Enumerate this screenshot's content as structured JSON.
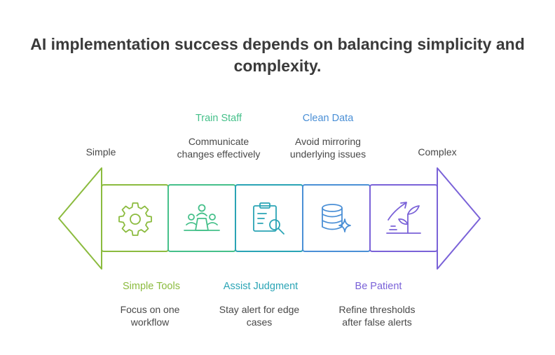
{
  "title": {
    "line1": "AI implementation success depends on balancing simplicity and",
    "line2": "complexity."
  },
  "ends": {
    "left": "Simple",
    "right": "Complex"
  },
  "colors": {
    "green": "#8bbb3e",
    "teal": "#45c08a",
    "cyan": "#2aa4b5",
    "blue": "#4a8fd6",
    "purple": "#7a62d8",
    "text": "#484848"
  },
  "stages": [
    {
      "heading": "Simple Tools",
      "desc_line1": "Focus on one",
      "desc_line2": "workflow",
      "icon": "gear-icon"
    },
    {
      "heading": "Train Staff",
      "desc_line1": "Communicate",
      "desc_line2": "changes effectively",
      "icon": "team-meeting-icon"
    },
    {
      "heading": "Assist Judgment",
      "desc_line1": "Stay alert for edge",
      "desc_line2": "cases",
      "icon": "clipboard-search-icon"
    },
    {
      "heading": "Clean Data",
      "desc_line1": "Avoid mirroring",
      "desc_line2": "underlying issues",
      "icon": "database-sparkle-icon"
    },
    {
      "heading": "Be Patient",
      "desc_line1": "Refine thresholds",
      "desc_line2": "after false alerts",
      "icon": "growth-plant-icon"
    }
  ]
}
